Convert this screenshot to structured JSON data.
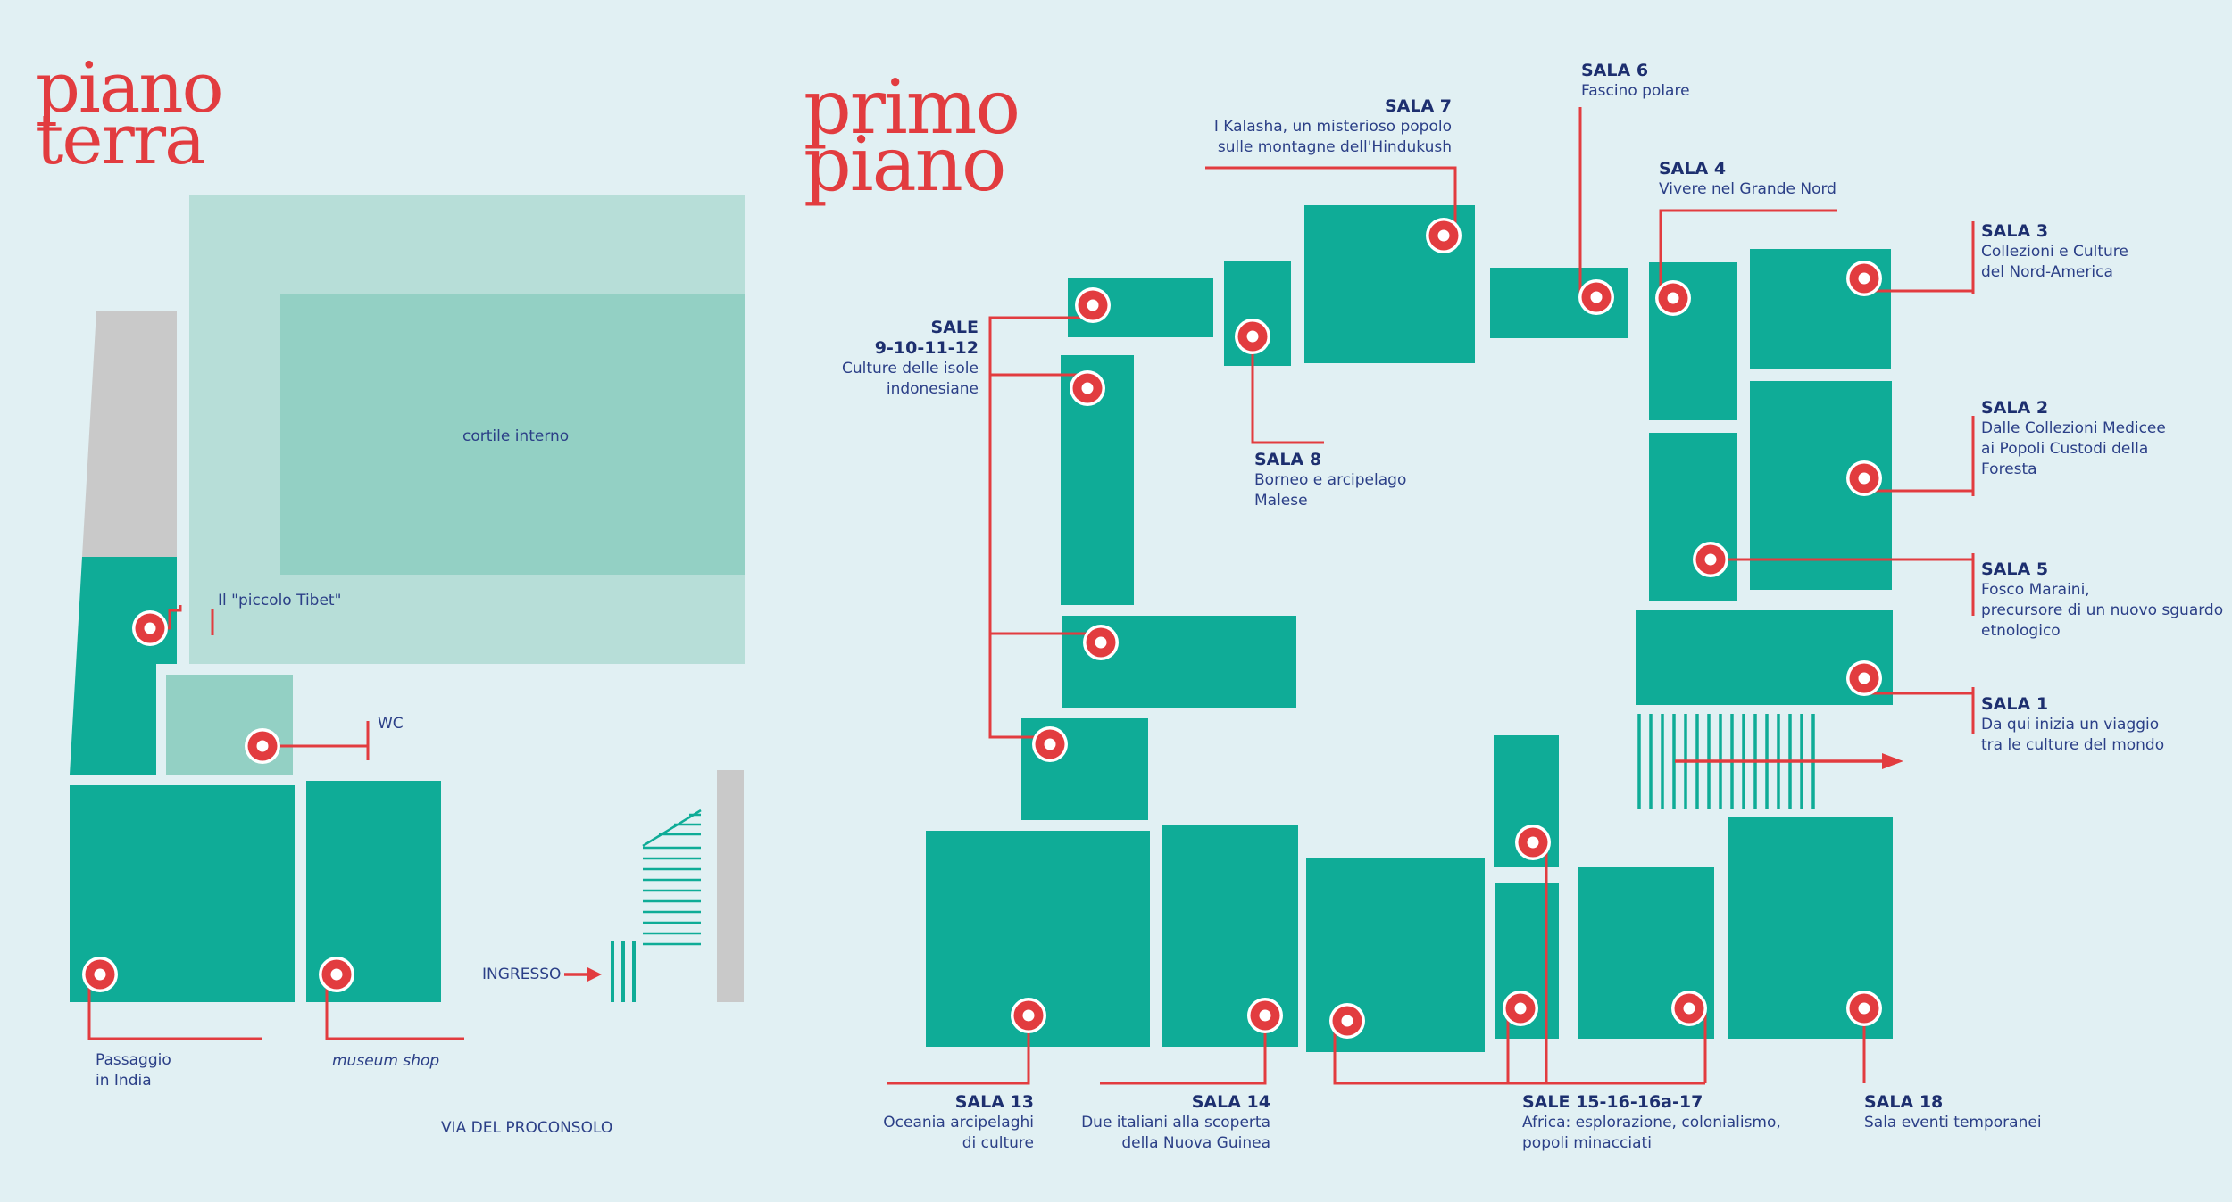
{
  "ground_floor": {
    "title_line1": "piano",
    "title_line2": "terra",
    "courtyard_label": "cortile interno",
    "piccolo_tibet_label": "Il \"piccolo Tibet\"",
    "wc_label": "WC",
    "ingresso_label": "INGRESSO",
    "passaggio_line1": "Passaggio",
    "passaggio_line2": "in India",
    "museum_shop_label": "museum shop",
    "street_label": "VIA DEL PROCONSOLO"
  },
  "first_floor": {
    "title_line1": "primo",
    "title_line2": "piano",
    "rooms": {
      "sala1": {
        "heading": "SALA 1",
        "desc1": "Da qui inizia un viaggio",
        "desc2": "tra le culture del mondo"
      },
      "sala2": {
        "heading": "SALA 2",
        "desc1": "Dalle Collezioni Medicee",
        "desc2": "ai Popoli Custodi della",
        "desc3": "Foresta"
      },
      "sala3": {
        "heading": "SALA 3",
        "desc1": "Collezioni e Culture",
        "desc2": "del Nord-America"
      },
      "sala4": {
        "heading": "SALA 4",
        "desc1": "Vivere nel Grande Nord"
      },
      "sala5": {
        "heading": "SALA 5",
        "desc1": "Fosco Maraini,",
        "desc2": "precursore di un nuovo sguardo",
        "desc3": "etnologico"
      },
      "sala6": {
        "heading": "SALA 6",
        "desc1": "Fascino polare"
      },
      "sala7": {
        "heading": "SALA 7",
        "desc1": "I Kalasha, un misterioso popolo",
        "desc2": "sulle montagne dell'Hindukush"
      },
      "sala8": {
        "heading": "SALA 8",
        "desc1": "Borneo e arcipelago",
        "desc2": "Malese"
      },
      "sale9": {
        "heading1": "SALE",
        "heading2": "9-10-11-12",
        "desc1": "Culture delle isole",
        "desc2": "indonesiane"
      },
      "sala13": {
        "heading": "SALA 13",
        "desc1": "Oceania arcipelaghi",
        "desc2": "di culture"
      },
      "sala14": {
        "heading": "SALA 14",
        "desc1": "Due italiani alla scoperta",
        "desc2": "della Nuova Guinea"
      },
      "sale15": {
        "heading": "SALE 15-16-16a-17",
        "desc1": "Africa: esplorazione, colonialismo,",
        "desc2": "popoli minacciati"
      },
      "sala18": {
        "heading": "SALA 18",
        "desc1": "Sala eventi temporanei"
      }
    }
  },
  "colors": {
    "background": "#e1f0f3",
    "room": "#0fac97",
    "courtyard_outer": "#b7ded8",
    "courtyard_inner": "#93d0c4",
    "grey_block": "#c9c9c9",
    "accent_red": "#e23c3f",
    "text_blue": "#1d2f6f"
  },
  "icons": [
    "location-marker-icon",
    "arrow-right-icon",
    "stairs-icon"
  ]
}
